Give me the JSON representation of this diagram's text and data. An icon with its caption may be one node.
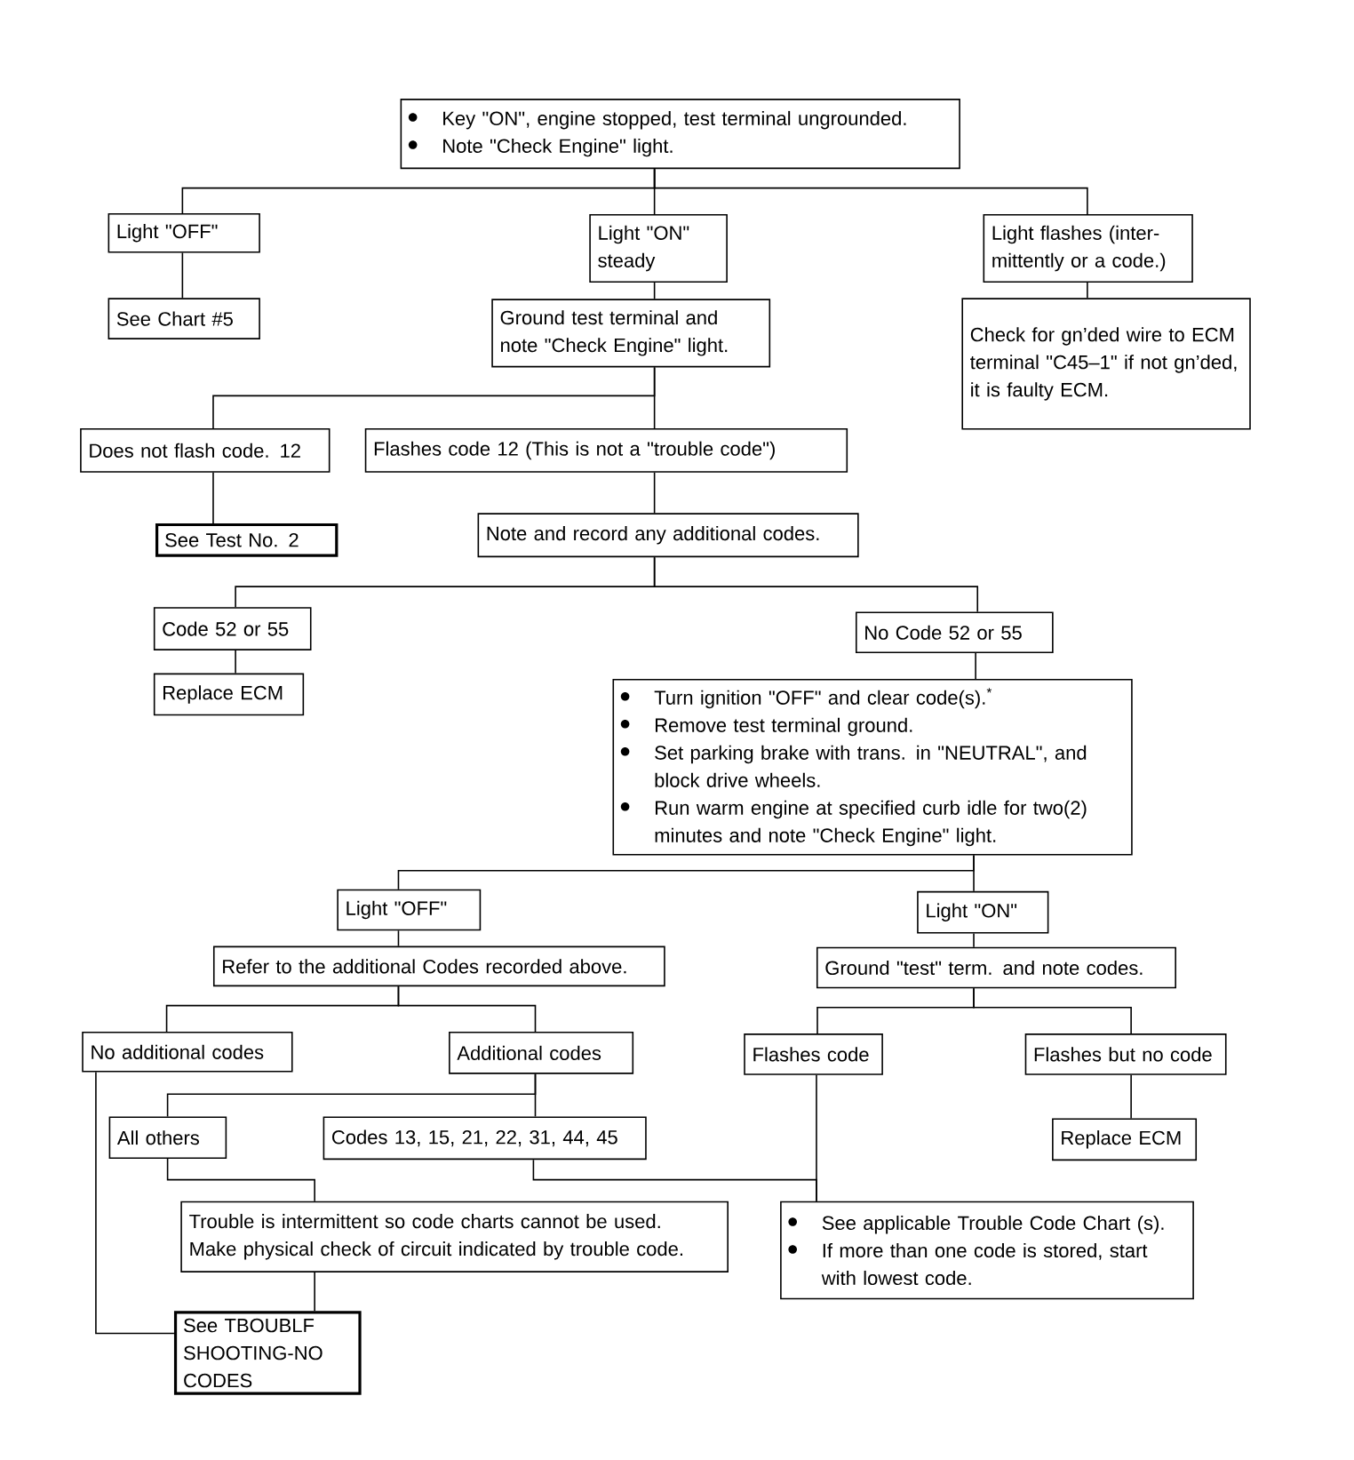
{
  "diagram": {
    "nodes": [
      {
        "text": [
          "Key \"ON\", engine stopped, test terminal ungrounded.",
          "Note \"Check Engine\" light."
        ]
      },
      {
        "text": [
          "Light \"OFF\""
        ]
      },
      {
        "text": [
          "Light \"ON\" steady"
        ]
      },
      {
        "text": [
          "Light flashes (inter-mittently or a code.)"
        ]
      },
      {
        "text": [
          "See Chart #5"
        ]
      },
      {
        "text": [
          "Ground test terminal and note \"Check Engine\" light."
        ]
      },
      {
        "text": [
          "Check for gn’ded wire to ECM terminal \"C45–1\" if not gn’ded, it is faulty ECM."
        ]
      },
      {
        "text": [
          "Does not flash code. 12"
        ]
      },
      {
        "text": [
          "Flashes code 12 (This is not a \"trouble code\")"
        ]
      },
      {
        "text": [
          "See Test No. 2"
        ]
      },
      {
        "text": [
          "Note and record any additional codes."
        ]
      },
      {
        "text": [
          "Code 52 or 55"
        ]
      },
      {
        "text": [
          "No Code 52 or 55"
        ]
      },
      {
        "text": [
          "Replace ECM"
        ]
      },
      {
        "text": [
          "Turn ignition \"OFF\" and clear code(s).$^{*}$",
          "Remove test terminal ground.",
          "Set parking brake with trans. in \"NEUTRAL\", and block drive wheels.",
          "Run warm engine at specified curb idle for two(2) minutes and note \"Check Engine\" light."
        ]
      },
      {
        "text": [
          "Light \"OFF\""
        ]
      },
      {
        "text": [
          "Light \"ON\""
        ]
      },
      {
        "text": [
          "Refer to the additional Codes recorded above."
        ]
      },
      {
        "text": [
          "Ground \"test\" term. and note codes."
        ]
      },
      {
        "text": [
          "No additional codes"
        ]
      },
      {
        "text": [
          "Additional codes"
        ]
      },
      {
        "text": [
          "Flashes code"
        ]
      },
      {
        "text": [
          "Flashes but no code"
        ]
      },
      {
        "text": [
          "All others"
        ]
      },
      {
        "text": [
          "Codes 13, 15, 21, 22, 31, 44, 45"
        ]
      },
      {
        "text": [
          "Replace ECM"
        ]
      },
      {
        "text": [
          "Trouble is intermittent so code charts cannot be used.",
          "Make physical check of circuit indicated by trouble code."
        ]
      },
      {
        "text": [
          "See applicable Trouble Code Chart (s).",
          "If more than one code is stored, start with lowest code."
        ]
      },
      {
        "text": [
          "See TBOUBLF SHOOTING-NO CODES"
        ]
      }
    ],
    "edges": [
      {
        "from": 0,
        "to": 1,
        "arrow": "none"
      },
      {
        "from": 0,
        "to": 2,
        "arrow": "none"
      },
      {
        "from": 0,
        "to": 3,
        "arrow": "none"
      },
      {
        "from": 1,
        "to": 4,
        "arrow": "none"
      },
      {
        "from": 2,
        "to": 5,
        "arrow": "none"
      },
      {
        "from": 3,
        "to": 6,
        "arrow": "none"
      },
      {
        "from": 5,
        "to": 7,
        "arrow": "none"
      },
      {
        "from": 5,
        "to": 8,
        "arrow": "none"
      },
      {
        "from": 7,
        "to": 9,
        "arrow": "none"
      },
      {
        "from": 8,
        "to": 10,
        "arrow": "none"
      },
      {
        "from": 10,
        "to": 11,
        "arrow": "none"
      },
      {
        "from": 10,
        "to": 12,
        "arrow": "none"
      },
      {
        "from": 11,
        "to": 13,
        "arrow": "none"
      },
      {
        "from": 12,
        "to": 14,
        "arrow": "none"
      },
      {
        "from": 14,
        "to": 15,
        "arrow": "none"
      },
      {
        "from": 14,
        "to": 16,
        "arrow": "none"
      },
      {
        "from": 15,
        "to": 17,
        "arrow": "none"
      },
      {
        "from": 16,
        "to": 18,
        "arrow": "none"
      },
      {
        "from": 17,
        "to": 19,
        "arrow": "none"
      },
      {
        "from": 17,
        "to": 20,
        "arrow": "none"
      },
      {
        "from": 18,
        "to": 21,
        "arrow": "none"
      },
      {
        "from": 18,
        "to": 22,
        "arrow": "none"
      },
      {
        "from": 22,
        "to": 25,
        "arrow": "none"
      },
      {
        "from": 20,
        "to": 23,
        "arrow": "none"
      },
      {
        "from": 20,
        "to": 24,
        "arrow": "none"
      },
      {
        "from": 23,
        "to": 26,
        "arrow": "none"
      },
      {
        "from": 24,
        "to": 27,
        "arrow": "none"
      },
      {
        "from": 21,
        "to": 27,
        "arrow": "none"
      },
      {
        "from": 26,
        "to": 28,
        "arrow": "none"
      },
      {
        "from": 19,
        "to": 28,
        "arrow": "none"
      }
    ]
  }
}
